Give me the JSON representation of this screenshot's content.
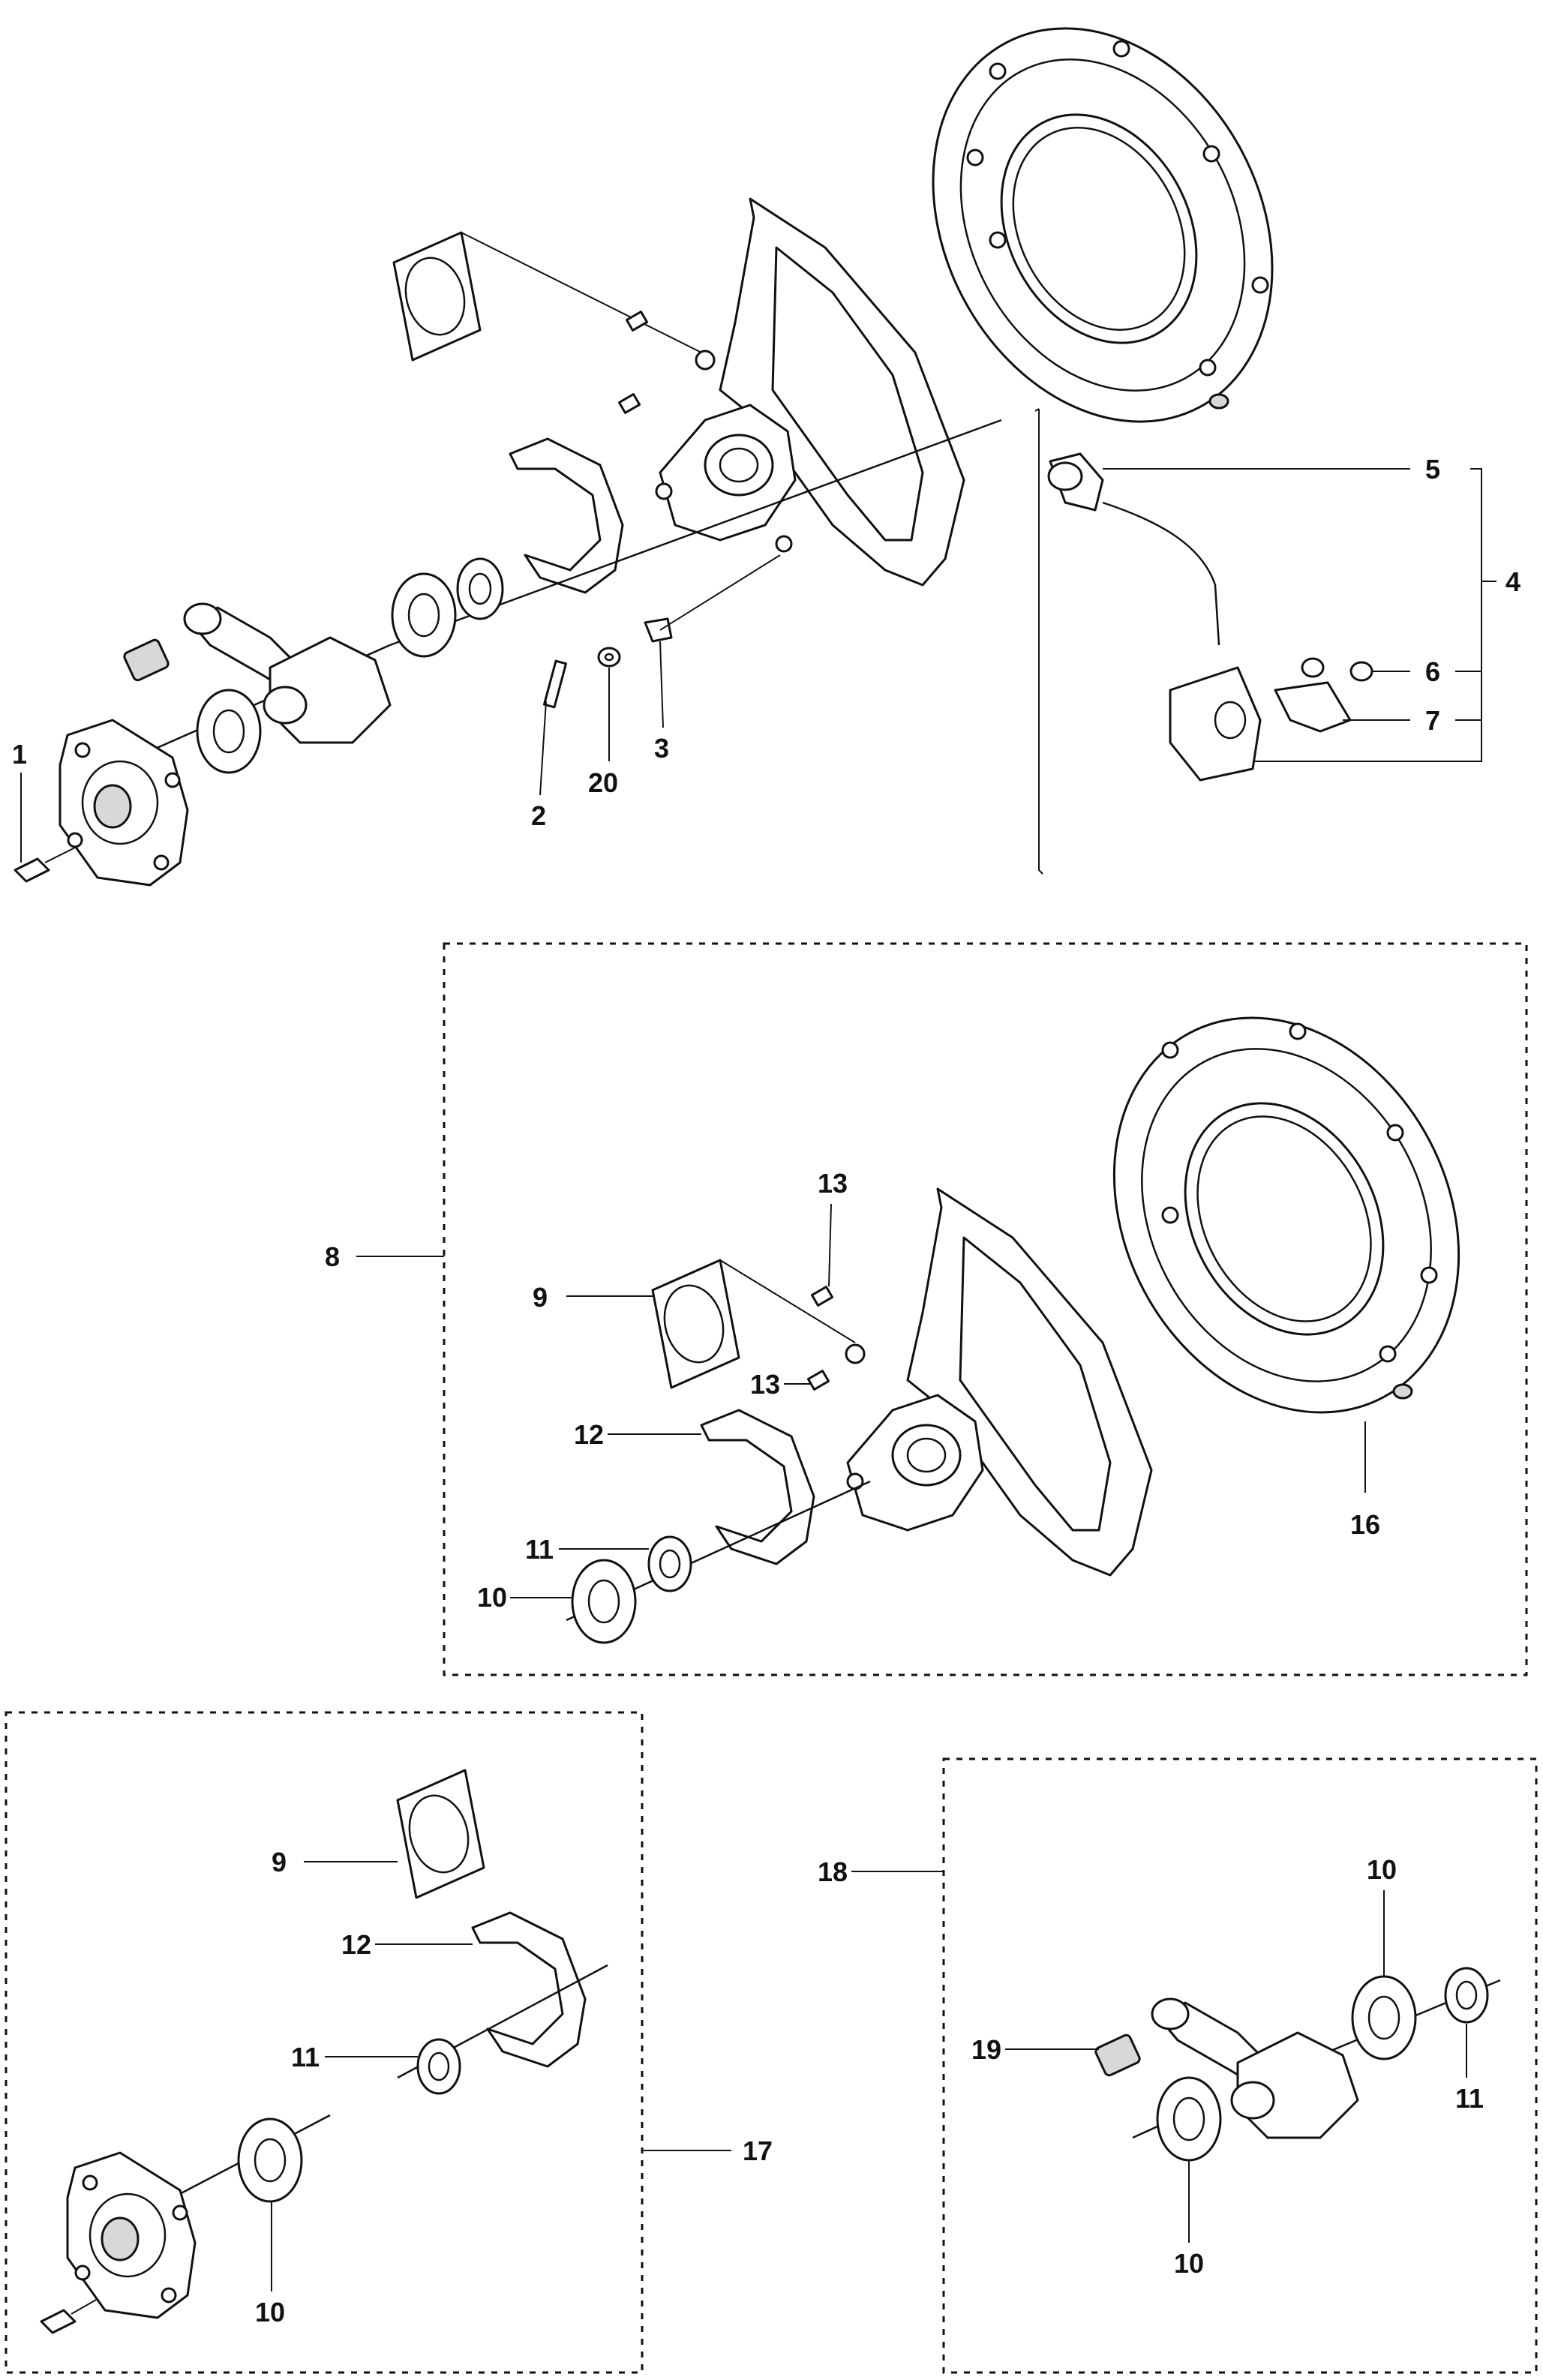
{
  "callouts": {
    "c1": "1",
    "c2": "2",
    "c3": "3",
    "c4": "4",
    "c5": "5",
    "c6": "6",
    "c7": "7",
    "c20": "20",
    "c8": "8",
    "c9a": "9",
    "c13a": "13",
    "c13b": "13",
    "c12a": "12",
    "c11a": "11",
    "c10a": "10",
    "c16": "16",
    "c9b": "9",
    "c12b": "12",
    "c11b": "11",
    "c10b": "10",
    "c17": "17",
    "c18": "18",
    "c10c": "10",
    "c19": "19",
    "c11c": "11",
    "c10d": "10"
  },
  "colors": {
    "line": "#111111",
    "shade": "#d8d8d8",
    "background": "#ffffff"
  },
  "groups": [
    "main-assembly",
    "crankcase-kit-8",
    "crankcase-kit-17",
    "crankshaft-kit-18"
  ]
}
